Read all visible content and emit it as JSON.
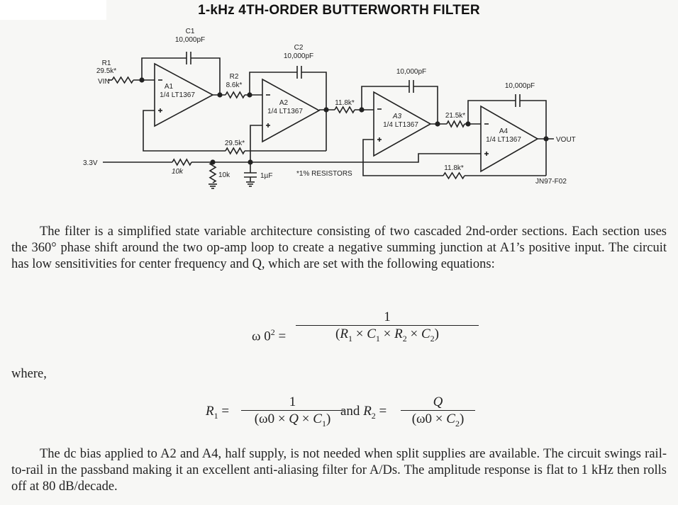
{
  "title": "1-kHz 4TH-ORDER BUTTERWORTH FILTER",
  "schematic": {
    "vin": "VIN",
    "vout": "VOUT",
    "supply": "3.3V",
    "r1_name": "R1",
    "r1_value": "29.5k*",
    "r2_name": "R2",
    "r2_value": "8.6k*",
    "c1_name": "C1",
    "c1_value": "10,000pF",
    "c2_name": "C2",
    "c2_value": "10,000pF",
    "c3_value": "10,000pF",
    "c4_value": "10,000pF",
    "a1": "A1",
    "a2": "A2",
    "a3": "A3",
    "a4": "A4",
    "opamp_part": "1/4 LT1367",
    "r_feedback1": "29.5k*",
    "r_a2_out": "11.8k*",
    "r_a3_out": "21.5k*",
    "r_feedback2": "11.8k*",
    "r_bias_top": "10k",
    "r_bias_bottom": "10k",
    "c_bias": "1µF",
    "note": "*1% RESISTORS",
    "figure_code": "JN97-F02"
  },
  "paragraph1": "The filter is a simplified state variable architecture consisting of two cascaded 2nd-order sections. Each section uses the 360° phase shift around the two op-amp loop to create a negative summing junction at A1’s positive input. The circuit has low sensitivities for center frequency and Q, which are set with the following equations:",
  "where": "where,",
  "eq1": {
    "lhs": "ω 0",
    "num": "1"
  },
  "eq2": {
    "num1": "1",
    "and": "and",
    "num2": "Q"
  },
  "paragraph2": "The dc bias applied to A2 and A4, half supply, is not needed when split supplies are available. The circuit swings rail-to-rail in the passband making it an excellent anti-aliasing filter for A/Ds. The amplitude response is flat to 1 kHz then rolls off at 80 dB/decade."
}
